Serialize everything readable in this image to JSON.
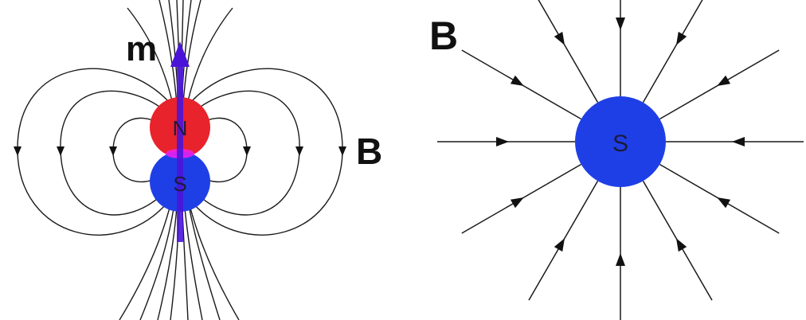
{
  "left_panel": {
    "moment_label": "m",
    "field_label": "B",
    "north_label": "N",
    "south_label": "S"
  },
  "right_panel": {
    "field_label": "B",
    "pole_label": "S"
  },
  "colors": {
    "north": "#e8232b",
    "south": "#1f3fe6",
    "overlap": "#f020f0",
    "moment_arrow": "#4a14d8",
    "line": "#1a1a1a"
  }
}
